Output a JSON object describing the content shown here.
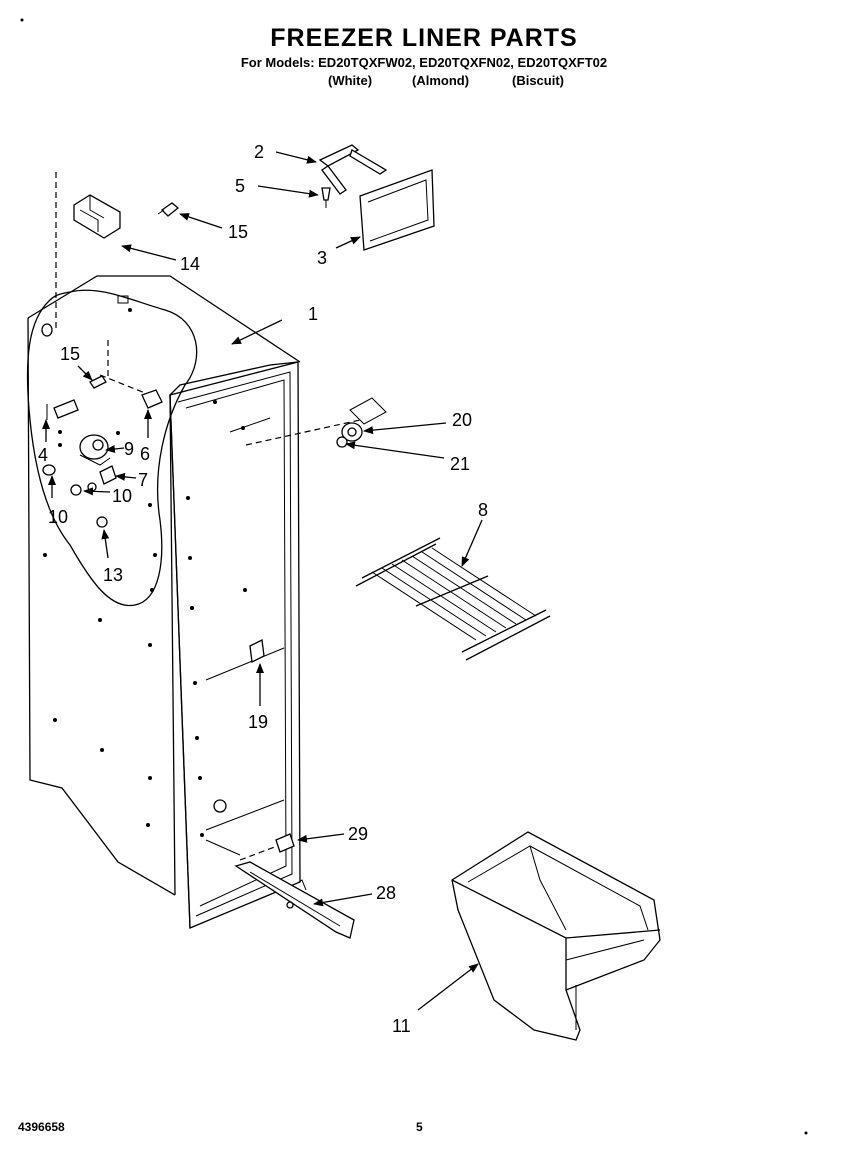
{
  "header": {
    "title": "FREEZER LINER PARTS",
    "models_line": "For Models: ED20TQXFW02, ED20TQXFN02, ED20TQXFT02",
    "variants": [
      "(White)",
      "(Almond)",
      "(Biscuit)"
    ]
  },
  "footer": {
    "doc_number": "4396658",
    "page_number": "5"
  },
  "callouts": {
    "c1": "1",
    "c2": "2",
    "c3": "3",
    "c4": "4",
    "c5": "5",
    "c6": "6",
    "c7": "7",
    "c8": "8",
    "c9": "9",
    "c10a": "10",
    "c10b": "10",
    "c11": "11",
    "c13": "13",
    "c14": "14",
    "c15a": "15",
    "c15b": "15",
    "c19": "19",
    "c20": "20",
    "c21": "21",
    "c28": "28",
    "c29": "29"
  }
}
